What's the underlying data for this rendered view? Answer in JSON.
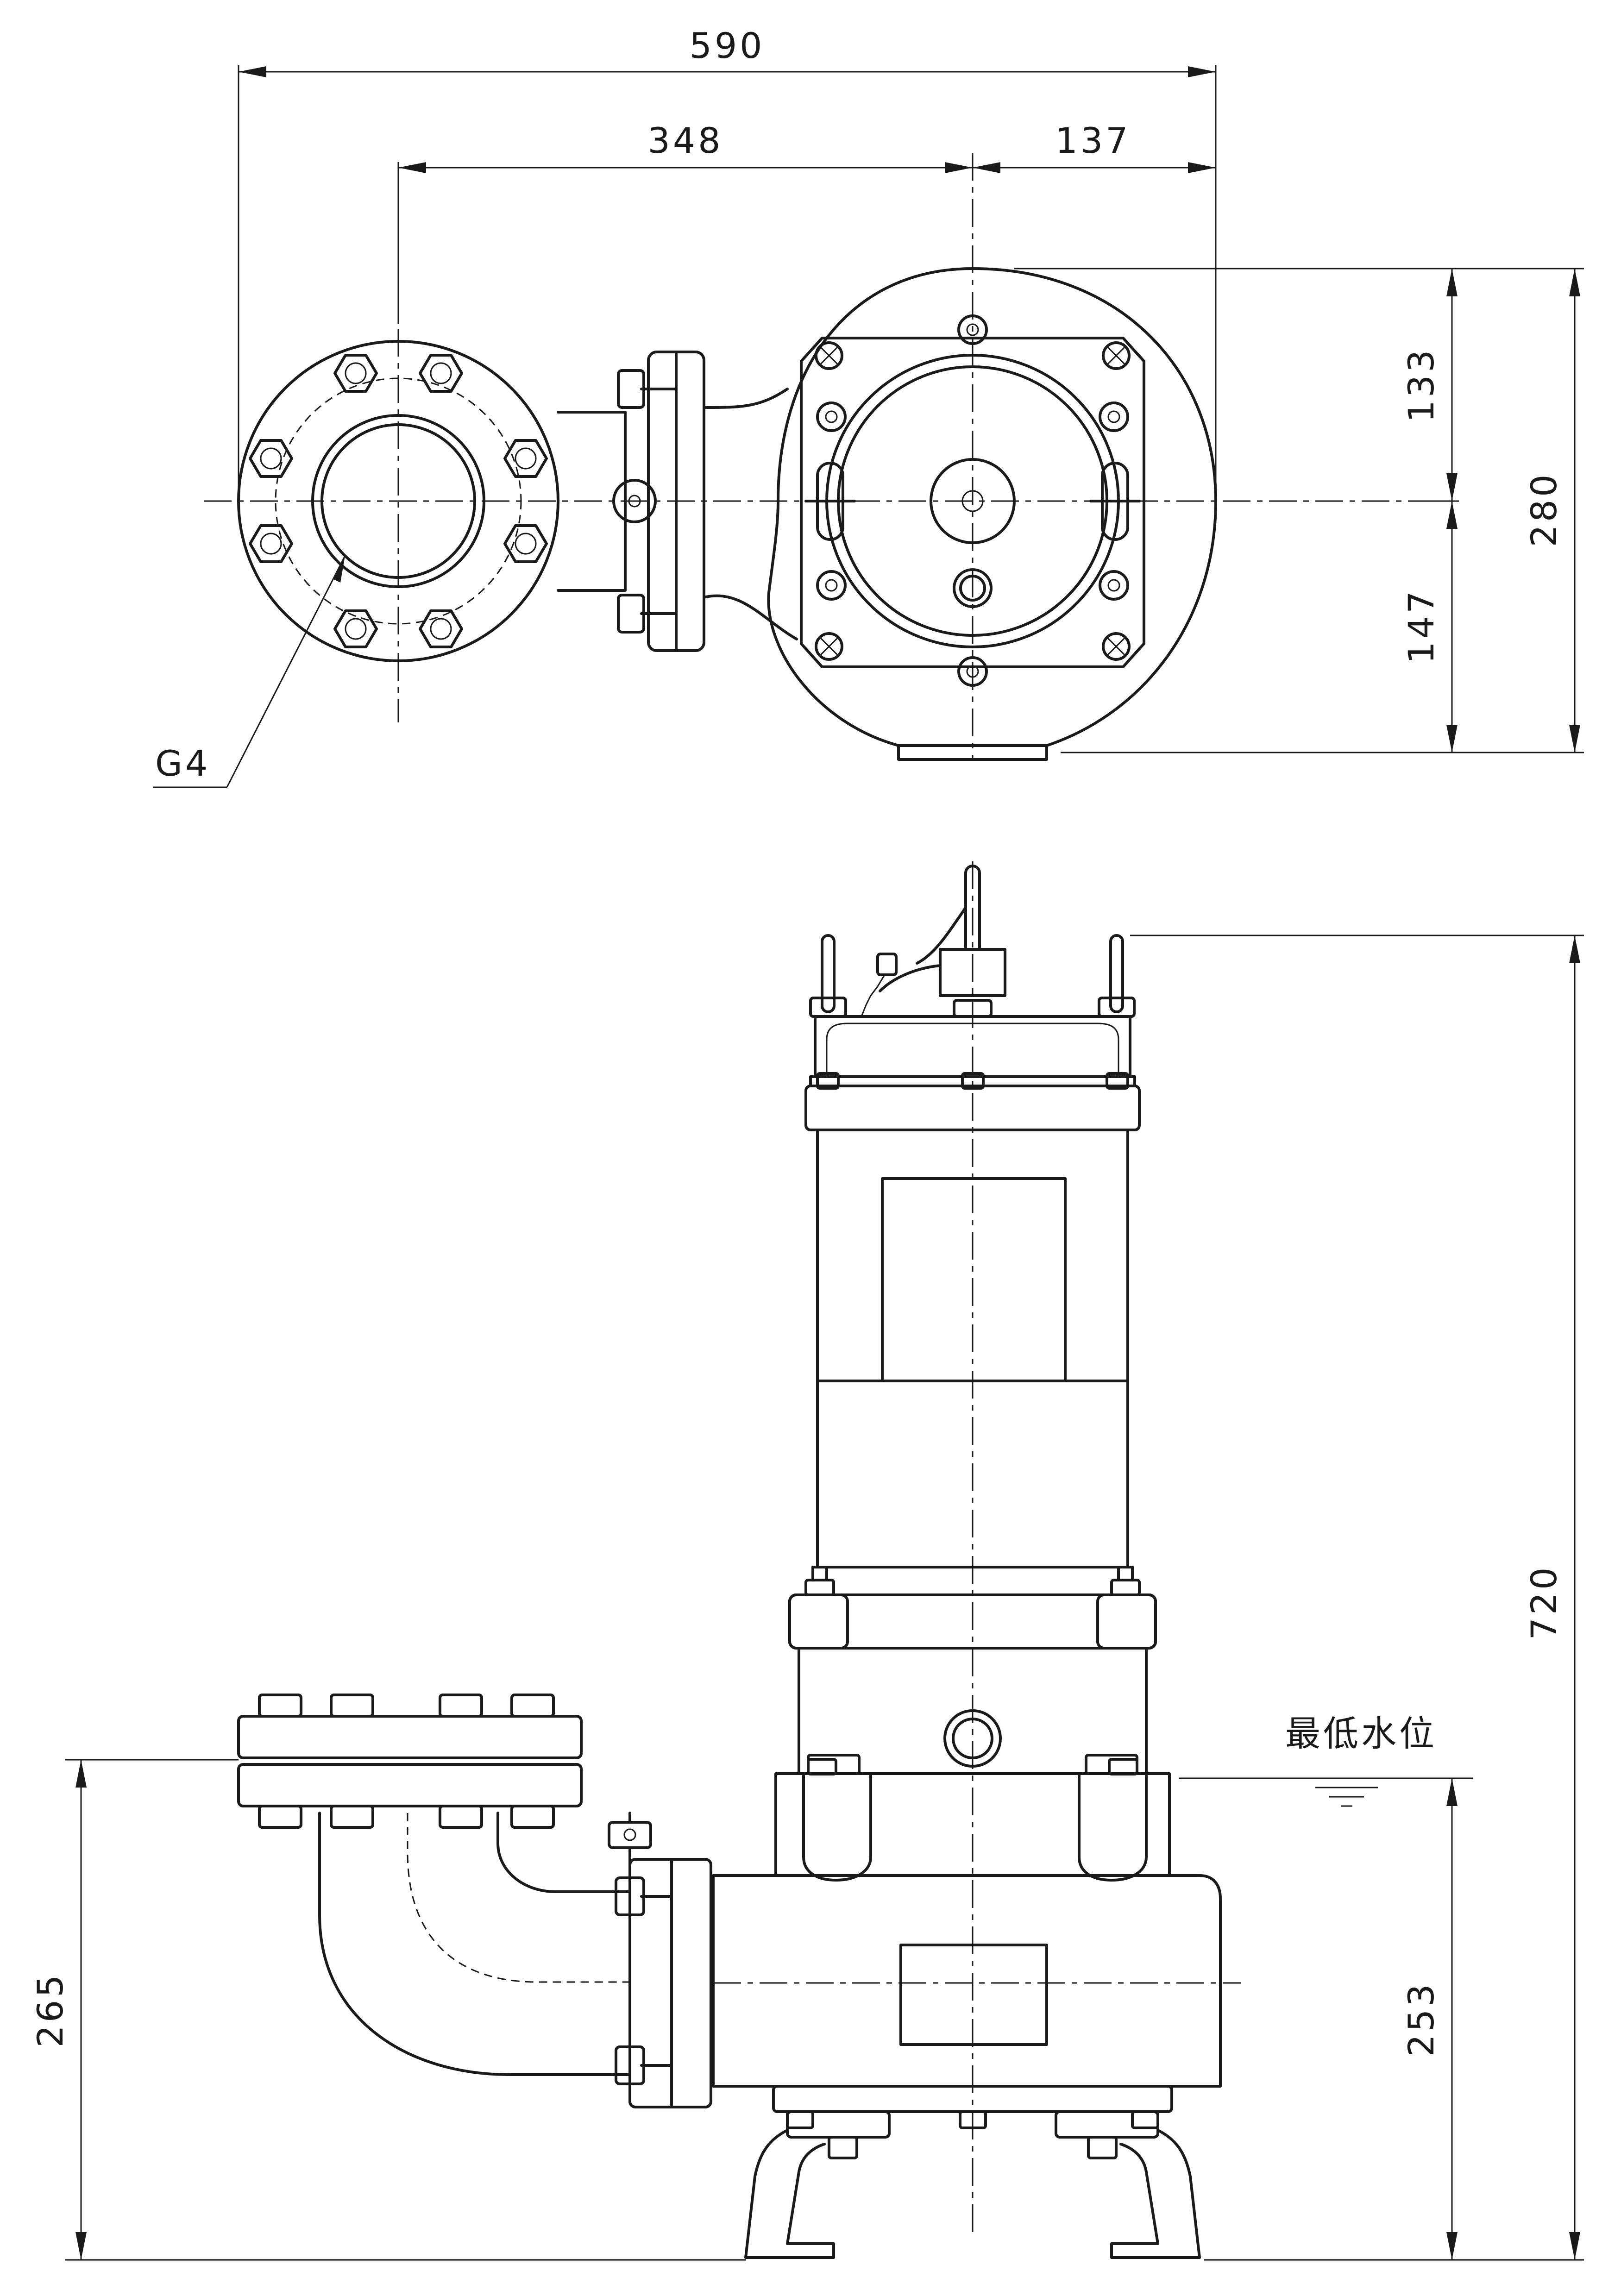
{
  "dimensions": {
    "overall_width": "590",
    "flange_center_to_pump_center": "348",
    "pump_center_to_edge": "137",
    "top_upper": "133",
    "top_lower": "147",
    "top_total_depth": "280",
    "overall_height": "720",
    "discharge_height": "265",
    "min_water_level_height": "253"
  },
  "labels": {
    "thread": "G4",
    "min_water_level": "最低水位"
  }
}
